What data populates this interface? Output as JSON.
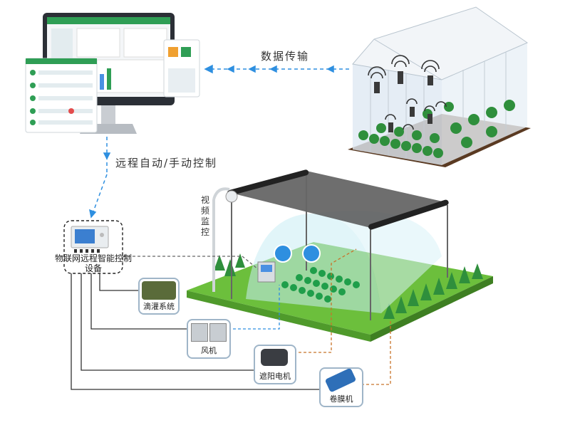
{
  "labels": {
    "data_transfer": "数据传输",
    "remote_control": "远程自动/手动控制",
    "video_monitor": "视频监控",
    "controller": "物联网远程智能控制设备"
  },
  "devices": [
    {
      "id": "drip",
      "label": "滴灌系统"
    },
    {
      "id": "fan",
      "label": "风机"
    },
    {
      "id": "shade_motor",
      "label": "遮阳电机"
    },
    {
      "id": "film_roller",
      "label": "卷膜机"
    }
  ],
  "colors": {
    "arrow_blue": "#2e8fe0",
    "wire_dark": "#333333",
    "wire_orange": "#c8732a",
    "grass": "#6cbf3c",
    "tree": "#2f8f3c"
  }
}
